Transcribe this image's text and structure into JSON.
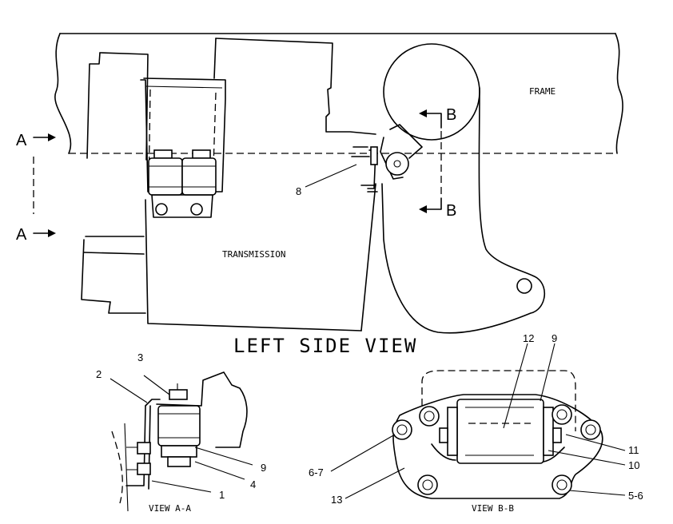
{
  "labels": {
    "frame": "FRAME",
    "transmission": "TRANSMISSION",
    "left_side_view": "LEFT SIDE VIEW",
    "view_aa": "VIEW A-A",
    "view_bb": "VIEW B-B",
    "section_a_top": "A",
    "section_a_bottom": "A",
    "section_b_top": "B",
    "section_b_bottom": "B"
  },
  "callouts": {
    "c1": "1",
    "c2": "2",
    "c3": "3",
    "c4": "4",
    "c9a": "9",
    "c8": "8",
    "c12": "12",
    "c9b": "9",
    "c11": "11",
    "c10": "10",
    "c67": "6-7",
    "c56": "5-6",
    "c13": "13"
  }
}
